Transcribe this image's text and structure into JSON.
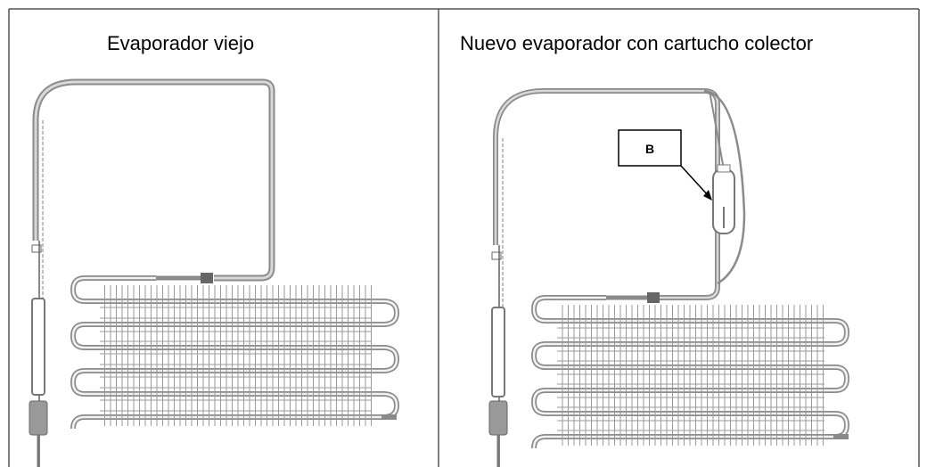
{
  "panels": {
    "left": {
      "title": "Evaporador viejo"
    },
    "right": {
      "title": "Nuevo evaporador con cartucho colector",
      "callout": "B"
    }
  },
  "colors": {
    "border": "#555555",
    "tube": "#8a8a8a",
    "tube_light": "#bdbdbd",
    "grid": "#9a9a9a"
  }
}
